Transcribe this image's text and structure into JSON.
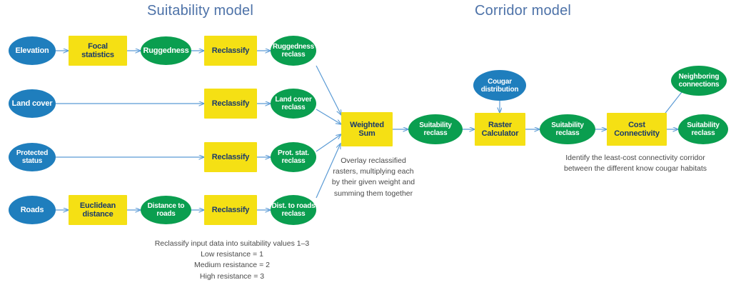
{
  "titles": {
    "suitability": "Suitability model",
    "corridor": "Corridor model",
    "color": "#4d72a8"
  },
  "palette": {
    "input_blue": "#1f7ebd",
    "data_green": "#0a9e4f",
    "tool_yellow": "#f5e014",
    "tool_text": "#1a3a6b",
    "arrow_blue": "#5b9bd5",
    "caption_gray": "#4a4a4a"
  },
  "nodes": {
    "elevation": "Elevation",
    "focal_statistics": "Focal\nstatistics",
    "focal_statistics_l1": "Focal",
    "focal_statistics_l2": "statistics",
    "ruggedness": "Ruggedness",
    "reclassify_1": "Reclassify",
    "ruggedness_reclass_l1": "Ruggedness",
    "ruggedness_reclass_l2": "reclass",
    "land_cover": "Land cover",
    "reclassify_2": "Reclassify",
    "land_cover_reclass_l1": "Land cover",
    "land_cover_reclass_l2": "reclass",
    "protected_status_l1": "Protected",
    "protected_status_l2": "status",
    "reclassify_3": "Reclassify",
    "prot_stat_reclass_l1": "Prot. stat.",
    "prot_stat_reclass_l2": "reclass",
    "roads": "Roads",
    "euclidean_distance_l1": "Euclidean",
    "euclidean_distance_l2": "distance",
    "distance_to_roads_l1": "Distance to",
    "distance_to_roads_l2": "roads",
    "reclassify_4": "Reclassify",
    "dist_roads_reclass_l1": "Dist. to  roads",
    "dist_roads_reclass_l2": "reclass",
    "weighted_sum_l1": "Weighted",
    "weighted_sum_l2": "Sum",
    "suitability_reclass_1_l1": "Suitability",
    "suitability_reclass_1_l2": "reclass",
    "cougar_distribution_l1": "Cougar",
    "cougar_distribution_l2": "distribution",
    "raster_calculator_l1": "Raster",
    "raster_calculator_l2": "Calculator",
    "suitability_reclass_2_l1": "Suitability",
    "suitability_reclass_2_l2": "reclass",
    "cost_connectivity_l1": "Cost",
    "cost_connectivity_l2": "Connectivity",
    "neighboring_connections_l1": "Neighboring",
    "neighboring_connections_l2": "connections",
    "suitability_reclass_3_l1": "Suitability",
    "suitability_reclass_3_l2": "reclass"
  },
  "captions": {
    "weighted_sum": {
      "l1": "Overlay reclassified",
      "l2": "rasters, multiplying each",
      "l3": "by their given weight and",
      "l4": "summing them together"
    },
    "reclassify": {
      "l1": "Reclassify input data into suitability values 1–3",
      "l2": "Low resistance = 1",
      "l3": "Medium resistance = 2",
      "l4": "High resistance = 3"
    },
    "corridor": {
      "l1": "Identify the least-cost connectivity corridor",
      "l2": "between the different know cougar habitats"
    }
  }
}
